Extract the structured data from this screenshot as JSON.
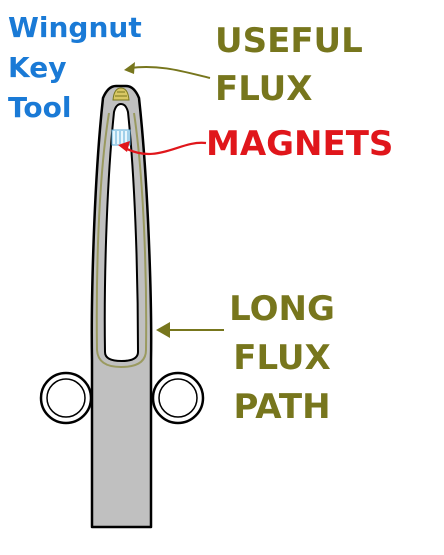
{
  "title_lines": [
    "Wingnut",
    "Key",
    "Tool"
  ],
  "useful_flux_lines": [
    "USEFUL",
    "FLUX"
  ],
  "magnets_label": "MAGNETS",
  "long_flux_path_lines": [
    "LONG",
    "FLUX",
    "PATH"
  ],
  "colors": {
    "title": "#1a7ad6",
    "olive": "#77761d",
    "red": "#e0161b",
    "tool_fill": "#c0c0c0",
    "flux_line": "#9a9a60",
    "magnet": "#8ecae6",
    "flux_tip": "#d8c765"
  }
}
